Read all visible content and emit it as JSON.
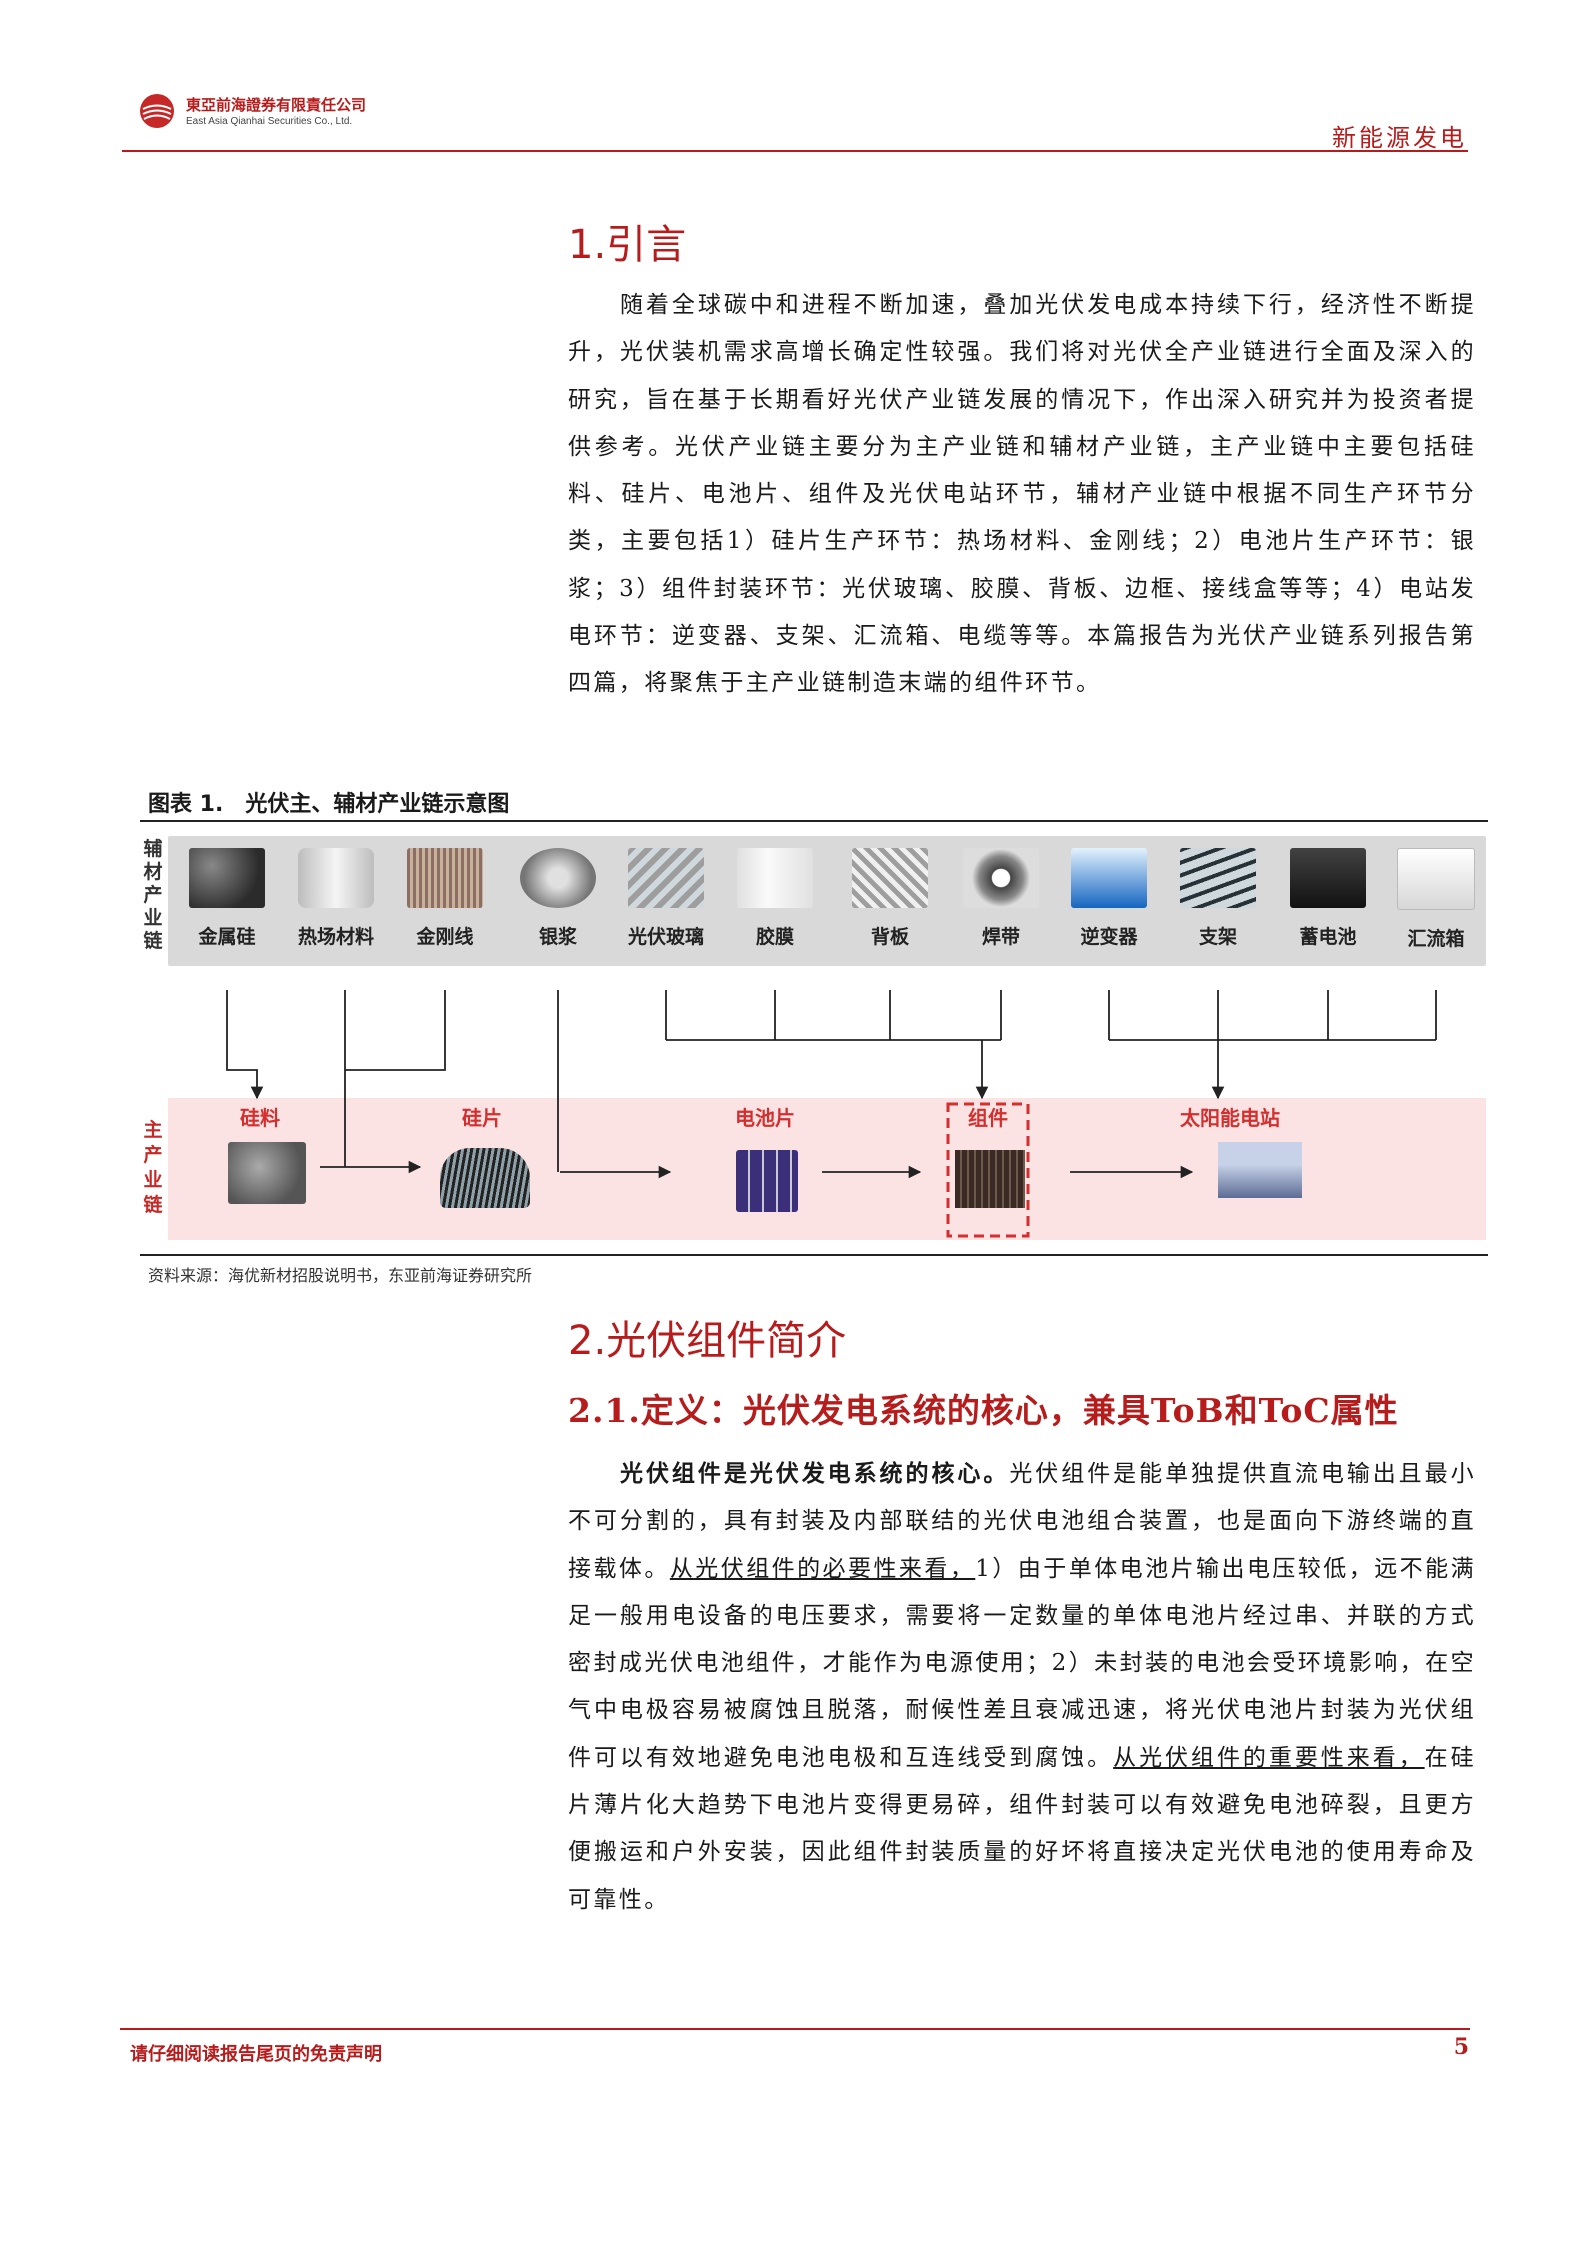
{
  "header": {
    "company_cn": "東亞前海證券有限責任公司",
    "company_en": "East Asia Qianhai Securities Co., Ltd.",
    "section": "新能源发电"
  },
  "section1": {
    "title": "1.引言",
    "paragraph": "随着全球碳中和进程不断加速，叠加光伏发电成本持续下行，经济性不断提升，光伏装机需求高增长确定性较强。我们将对光伏全产业链进行全面及深入的研究，旨在基于长期看好光伏产业链发展的情况下，作出深入研究并为投资者提供参考。光伏产业链主要分为主产业链和辅材产业链，主产业链中主要包括硅料、硅片、电池片、组件及光伏电站环节，辅材产业链中根据不同生产环节分类，主要包括1）硅片生产环节：热场材料、金刚线；2）电池片生产环节：银浆；3）组件封装环节：光伏玻璃、胶膜、背板、边框、接线盒等等；4）电站发电环节：逆变器、支架、汇流箱、电缆等等。本篇报告为光伏产业链系列报告第四篇，将聚焦于主产业链制造末端的组件环节。"
  },
  "figure": {
    "caption": "图表 1.　光伏主、辅材产业链示意图",
    "aux_label": "辅材产业链",
    "main_label": "主产业链",
    "aux_items": [
      "金属硅",
      "热场材料",
      "金刚线",
      "银浆",
      "光伏玻璃",
      "胶膜",
      "背板",
      "焊带",
      "逆变器",
      "支架",
      "蓄电池",
      "汇流箱"
    ],
    "main_items": [
      "硅料",
      "硅片",
      "电池片",
      "组件",
      "太阳能电站"
    ],
    "source": "资料来源：海优新材招股说明书，东亚前海证券研究所"
  },
  "section2": {
    "title": "2.光伏组件简介",
    "subtitle": "2.1.定义：光伏发电系统的核心，兼具ToB和ToC属性",
    "lead_bold": "光伏组件是光伏发电系统的核心。",
    "text1": "光伏组件是能单独提供直流电输出且最小不可分割的，具有封装及内部联结的光伏电池组合装置，也是面向下游终端的直接载体。",
    "underline1": "从光伏组件的必要性来看，",
    "text2": "1）由于单体电池片输出电压较低，远不能满足一般用电设备的电压要求，需要将一定数量的单体电池片经过串、并联的方式密封成光伏电池组件，才能作为电源使用；2）未封装的电池会受环境影响，在空气中电极容易被腐蚀且脱落，耐候性差且衰减迅速，将光伏电池片封装为光伏组件可以有效地避免电池电极和互连线受到腐蚀。",
    "underline2": "从光伏组件的重要性来看，",
    "text3": "在硅片薄片化大趋势下电池片变得更易碎，组件封装可以有效避免电池碎裂，且更方便搬运和户外安装，因此组件封装质量的好坏将直接决定光伏电池的使用寿命及可靠性。"
  },
  "footer": {
    "disclaimer": "请仔细阅读报告尾页的免责声明",
    "page": "5"
  }
}
